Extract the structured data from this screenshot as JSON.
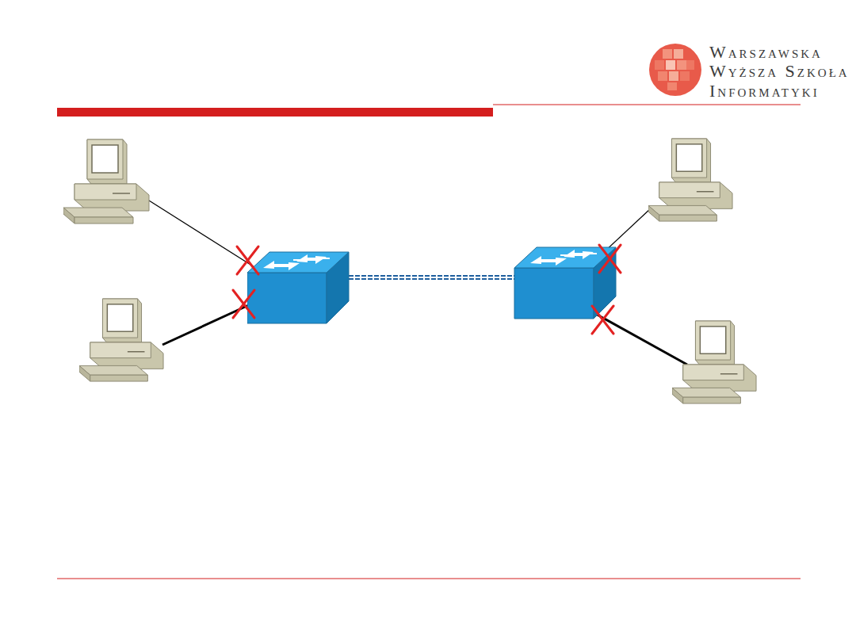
{
  "diagram": {
    "labels": [
      "Warszawska",
      "Wyższa Szkoła",
      "Informatyki"
    ]
  }
}
